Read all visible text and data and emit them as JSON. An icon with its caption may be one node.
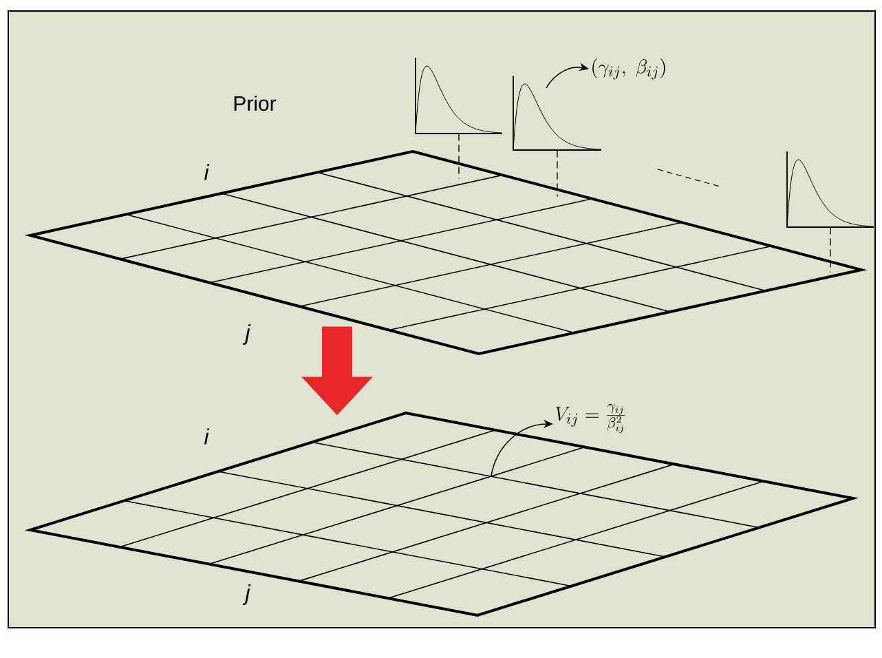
{
  "diagram": {
    "nodes": [
      {
        "text": [],
        "shape": "grid"
      },
      {
        "text": [],
        "shape": "picture"
      },
      {
        "text": [],
        "shape": "picture"
      },
      {
        "text": [],
        "shape": "picture"
      },
      {
        "text": [
          "(\\gamma_{ij},\\ \\beta_{ij})"
        ]
      },
      {
        "text": [],
        "shape": "grid"
      },
      {
        "text": [
          "V_{ij} = \\frac{\\gamma_{ij}}{\\beta_{ij}^{2}}"
        ]
      }
    ],
    "edges": [
      {
        "from": 1,
        "to": 0,
        "arrow": "none",
        "style": "dashed"
      },
      {
        "from": 2,
        "to": 0,
        "arrow": "none",
        "style": "dashed"
      },
      {
        "from": 3,
        "to": 0,
        "arrow": "none",
        "style": "dashed"
      },
      {
        "from": 2,
        "to": 4,
        "arrow": "to"
      },
      {
        "from": 0,
        "to": 5,
        "arrow": "to",
        "style": "thick",
        "color": "#e8262a"
      },
      {
        "from": 5,
        "to": 6,
        "arrow": "to"
      }
    ],
    "labels": [
      "Prior",
      "i",
      "j",
      "i",
      "j"
    ]
  }
}
